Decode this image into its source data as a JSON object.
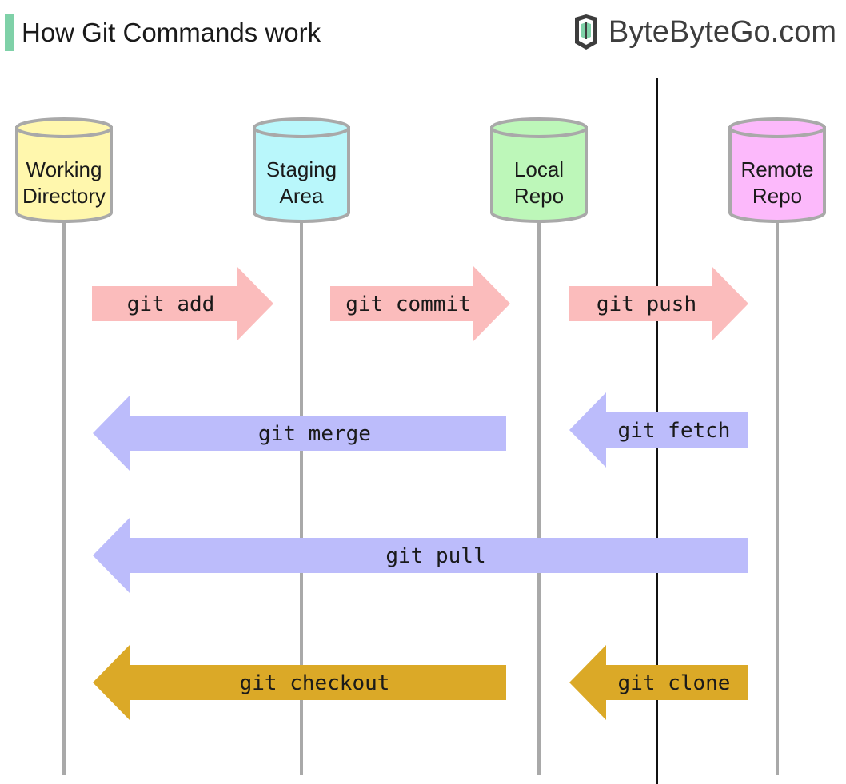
{
  "header": {
    "title": "How Git Commands work",
    "accent_color": "#7fd1a8"
  },
  "brand": {
    "name": "ByteByteGo.com",
    "logo_icon": "bytebytego-logo-icon"
  },
  "stores": [
    {
      "id": "working",
      "label_lines": [
        "Working",
        "Directory"
      ],
      "fill": "#fff7ad"
    },
    {
      "id": "staging",
      "label_lines": [
        "Staging",
        "Area"
      ],
      "fill": "#b9f7fb"
    },
    {
      "id": "local",
      "label_lines": [
        "Local",
        "Repo"
      ],
      "fill": "#bdf7b9"
    },
    {
      "id": "remote",
      "label_lines": [
        "Remote",
        "Repo"
      ],
      "fill": "#fcb9fb"
    }
  ],
  "commands": [
    {
      "id": "add",
      "label": "git add",
      "from": "working",
      "to": "staging",
      "color": "#fbbcbc"
    },
    {
      "id": "commit",
      "label": "git commit",
      "from": "staging",
      "to": "local",
      "color": "#fbbcbc"
    },
    {
      "id": "push",
      "label": "git push",
      "from": "local",
      "to": "remote",
      "color": "#fbbcbc"
    },
    {
      "id": "merge",
      "label": "git merge",
      "from": "local",
      "to": "working",
      "color": "#bcbcfb"
    },
    {
      "id": "fetch",
      "label": "git fetch",
      "from": "remote",
      "to": "local",
      "color": "#bcbcfb"
    },
    {
      "id": "pull",
      "label": "git pull",
      "from": "remote",
      "to": "working",
      "color": "#bcbcfb"
    },
    {
      "id": "checkout",
      "label": "git checkout",
      "from": "local",
      "to": "working",
      "color": "#dba927"
    },
    {
      "id": "clone",
      "label": "git clone",
      "from": "remote",
      "to": "local",
      "color": "#dba927"
    }
  ],
  "colors": {
    "lifeline": "#a9a9a9",
    "cylinder_stroke": "#a9a9a9",
    "divider": "#111111"
  }
}
